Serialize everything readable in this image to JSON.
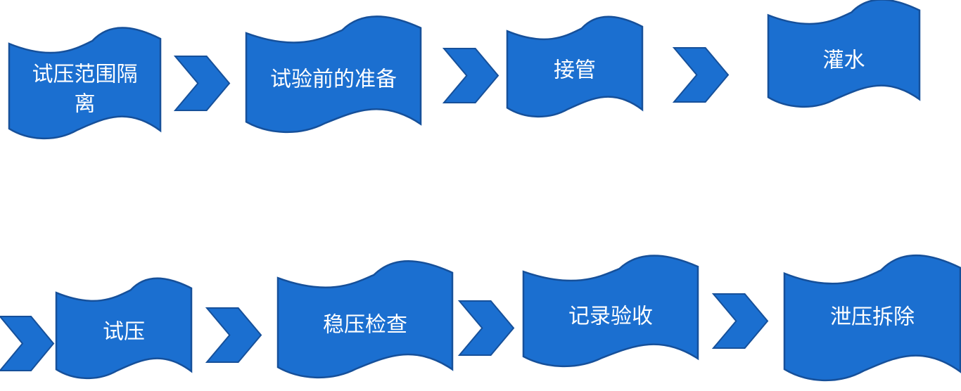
{
  "flow": {
    "row1": [
      {
        "lines": [
          "试压范围隔",
          "离"
        ]
      },
      {
        "lines": [
          "试验前的准备"
        ]
      },
      {
        "lines": [
          "接管"
        ]
      },
      {
        "lines": [
          "灌水"
        ]
      }
    ],
    "row2": [
      {
        "lines": [
          "试压"
        ]
      },
      {
        "lines": [
          "稳压检查"
        ]
      },
      {
        "lines": [
          "记录验收"
        ]
      },
      {
        "lines": [
          "泄压拆除"
        ]
      }
    ]
  },
  "colors": {
    "shape_fill": "#1b6fd0",
    "shape_stroke": "#16509a",
    "text": "#ffffff"
  },
  "icons": {
    "connector": "chevron-right-icon",
    "step_shape": "wave-banner-shape"
  }
}
